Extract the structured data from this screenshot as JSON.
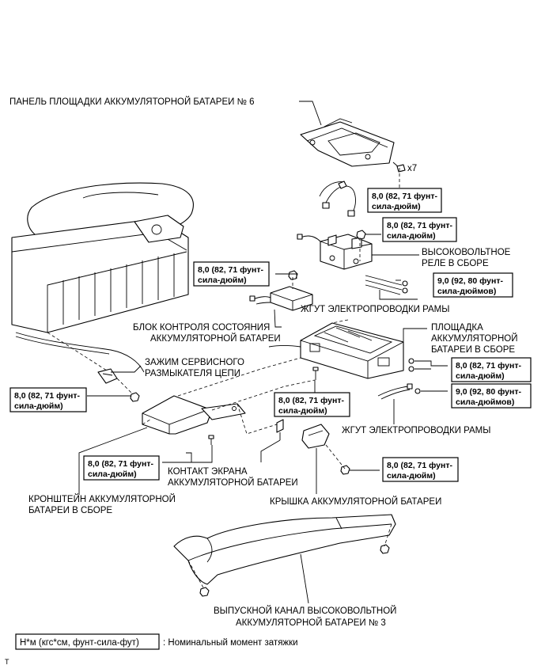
{
  "labels": {
    "panel6": "ПАНЕЛЬ ПЛОЩАДКИ АККУМУЛЯТОРНОЙ БАТАРЕИ № 6",
    "x7": "x7",
    "relay_l1": "ВЫСОКОВОЛЬТНОЕ",
    "relay_l2": "РЕЛЕ В СБОРЕ",
    "frame_wire_1": "ЖГУТ ЭЛЕКТРОПРОВОДКИ РАМЫ",
    "monitor_l1": "БЛОК КОНТРОЛЯ СОСТОЯНИЯ",
    "monitor_l2": "АККУМУЛЯТОРНОЙ БАТАРЕИ",
    "tray_l1": "ПЛОЩАДКА",
    "tray_l2": "АККУМУЛЯТОРНОЙ",
    "tray_l3": "БАТАРЕИ В СБОРЕ",
    "clamp_l1": "ЗАЖИМ СЕРВИСНОГО",
    "clamp_l2": "РАЗМЫКАТЕЛЯ ЦЕПИ",
    "frame_wire_2": "ЖГУТ ЭЛЕКТРОПРОВОДКИ РАМЫ",
    "shield_l1": "КОНТАКТ ЭКРАНА",
    "shield_l2": "АККУМУЛЯТОРНОЙ БАТАРЕИ",
    "bracket_l1": "КРОНШТЕЙН АККУМУЛЯТОРНОЙ",
    "bracket_l2": "БАТАРЕИ В СБОРЕ",
    "cover": "КРЫШКА АККУМУЛЯТОРНОЙ БАТАРЕИ",
    "duct_l1": "ВЫПУСКНОЙ КАНАЛ ВЫСОКОВОЛЬТНОЙ",
    "duct_l2": "АККУМУЛЯТОРНОЙ БАТАРЕИ № 3"
  },
  "torque": {
    "t8_l1": "8,0 (82, 71 фунт-",
    "t8_l2": "сила-дюйм)",
    "t9_l1": "9,0 (92, 80 фунт-",
    "t9_l2": "сила-дюймов)"
  },
  "legend": {
    "unit_box": "Н*м (кгс*см, фунт-сила-фут)",
    "description": ": Номинальный момент затяжки"
  },
  "corner_mark": "T"
}
